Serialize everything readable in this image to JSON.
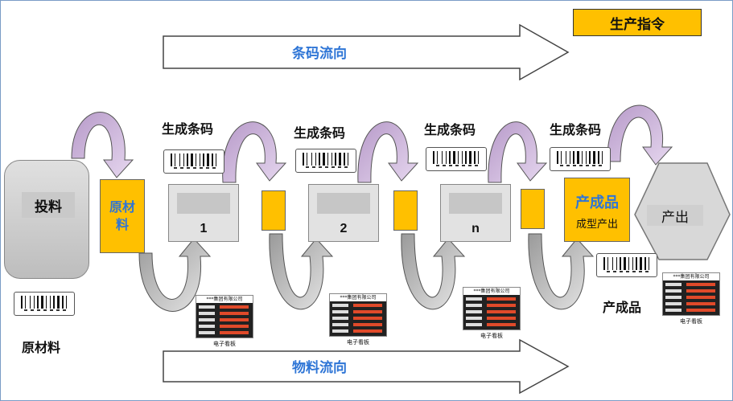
{
  "production_command": "生产指令",
  "barcode_flow": "条码流向",
  "material_flow": "物料流向",
  "generate_barcode": "生成条码",
  "feeding": "投料",
  "raw_material_box": "原材料",
  "raw_material_label": "原材料",
  "machines": [
    "1",
    "2",
    "n"
  ],
  "product_box": {
    "title": "产成品",
    "subtitle": "成型产出"
  },
  "product_label": "产成品",
  "output": "产出",
  "board": {
    "header": "***集团有限公司",
    "caption": "电子看板"
  },
  "colors": {
    "accent_yellow": "#ffc000",
    "label_blue": "#2e75d6",
    "curl_arrow": "#c9b3d6",
    "return_arrow": "#cfcfcf"
  }
}
